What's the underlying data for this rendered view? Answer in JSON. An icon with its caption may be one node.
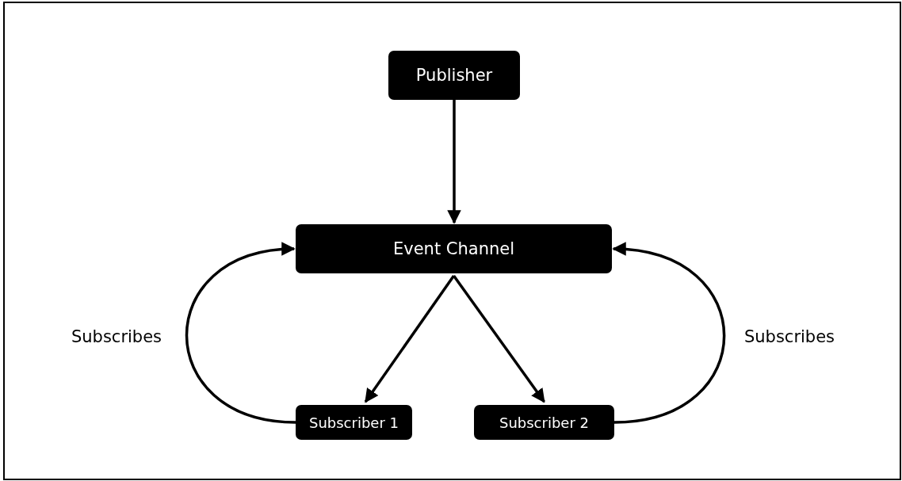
{
  "diagram": {
    "nodes": [
      {
        "text": [
          "Publisher"
        ]
      },
      {
        "text": [
          "Event Channel"
        ]
      },
      {
        "text": [
          "Subscriber 1"
        ]
      },
      {
        "text": [
          "Subscriber 2"
        ]
      }
    ],
    "edges": [
      {
        "from": 0,
        "to": 1,
        "arrow": "to"
      },
      {
        "from": 1,
        "to": 2,
        "arrow": "to"
      },
      {
        "from": 1,
        "to": 3,
        "arrow": "to"
      },
      {
        "from": 2,
        "to": 1,
        "arrow": "to",
        "label": "Subscribes"
      },
      {
        "from": 3,
        "to": 1,
        "arrow": "to",
        "label": "Subscribes"
      }
    ]
  }
}
